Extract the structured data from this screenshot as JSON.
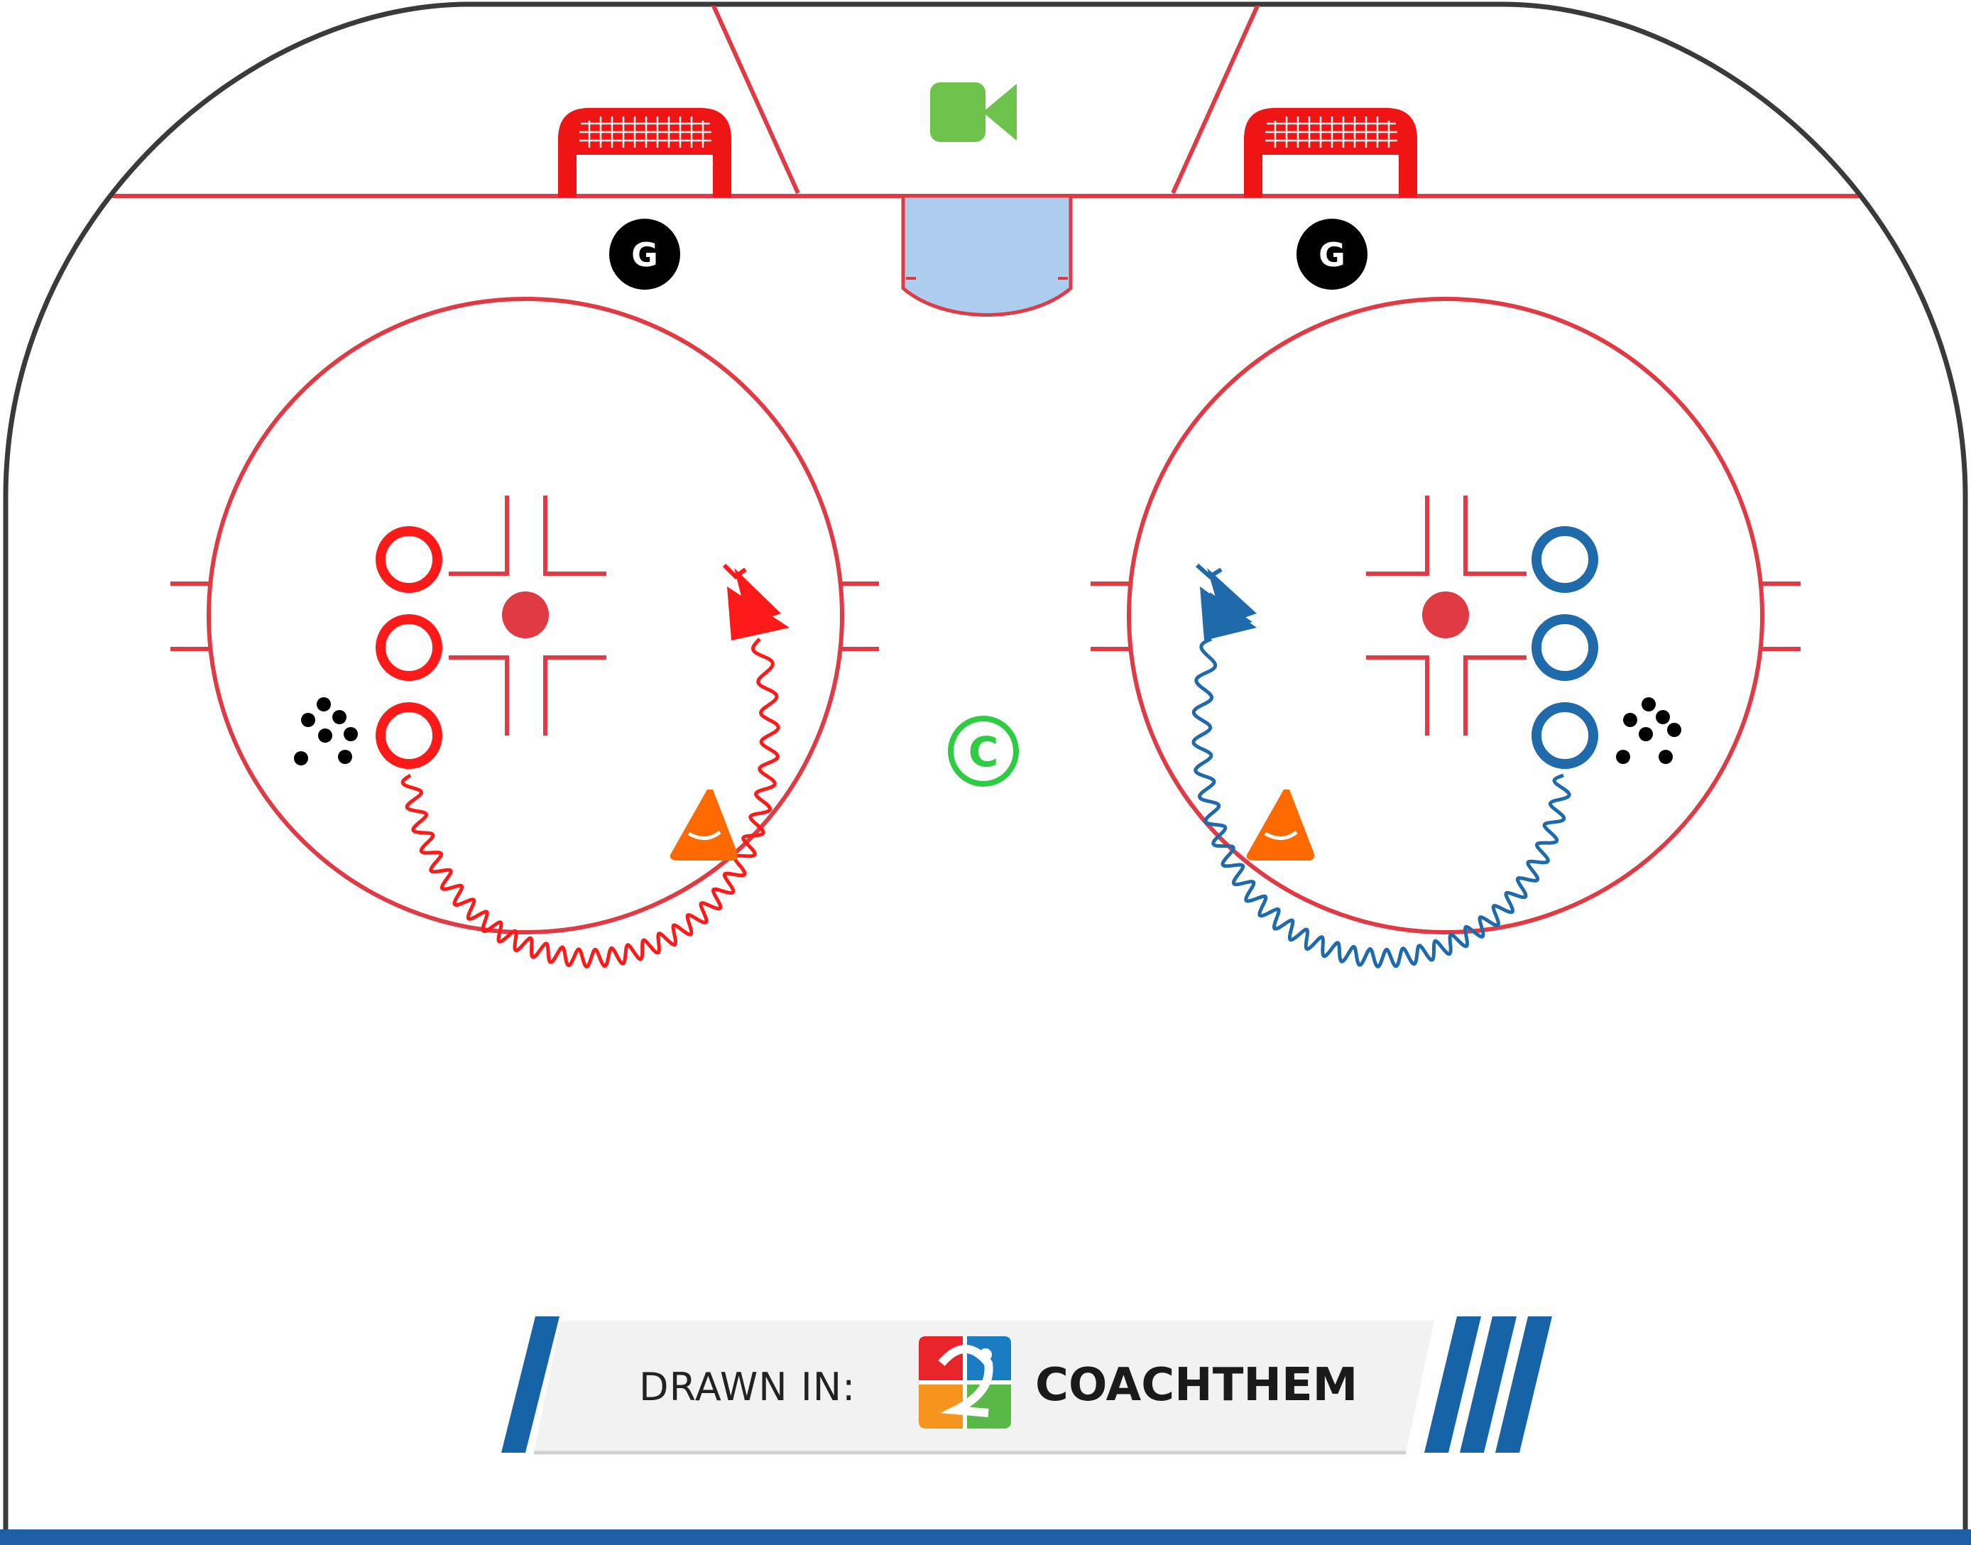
{
  "colors": {
    "rink_line": "#e03a44",
    "board": "#3a3a3a",
    "crease": "#aecdee",
    "red_team": "#ff1a1a",
    "blue_team": "#1f6aab",
    "goal": "#f01515",
    "cone": "#ff6a00",
    "camera": "#6cc24a",
    "coach": "#2ecc40",
    "banner_stripe": "#1763a8",
    "bottom_bar": "#1f5fa5"
  },
  "icons": {
    "goalie": "goalie-marker-icon",
    "coach": "coach-marker-icon",
    "camera": "video-camera-icon",
    "cone": "cone-icon",
    "pucks": "puck-pile-icon",
    "net": "hockey-net-icon",
    "player": "player-ring-icon",
    "skate_arrow": "skating-arrow-icon"
  },
  "markers": {
    "goalie_left": "G",
    "goalie_right": "G",
    "coach": "C"
  },
  "banner": {
    "drawn_in": "DRAWN IN:",
    "brand": "COACHTHEM"
  }
}
